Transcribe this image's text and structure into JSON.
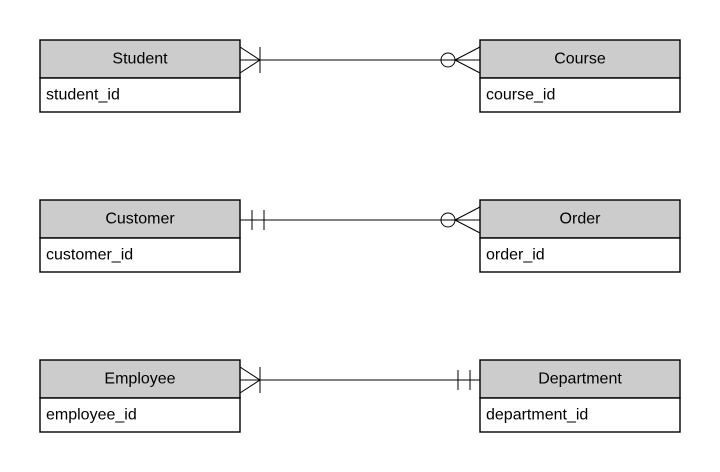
{
  "diagram": {
    "type": "entity-relationship",
    "background_color": "#ffffff",
    "entity_style": {
      "header_fill": "#cccccc",
      "body_fill": "#ffffff",
      "border_color": "#000000",
      "text_color": "#000000"
    },
    "relationships": [
      {
        "left": {
          "title": "Student",
          "attribute": "student_id"
        },
        "right": {
          "title": "Course",
          "attribute": "course_id"
        },
        "left_cardinality": "one-or-many",
        "right_cardinality": "zero-or-many"
      },
      {
        "left": {
          "title": "Customer",
          "attribute": "customer_id"
        },
        "right": {
          "title": "Order",
          "attribute": "order_id"
        },
        "left_cardinality": "exactly-one",
        "right_cardinality": "zero-or-many"
      },
      {
        "left": {
          "title": "Employee",
          "attribute": "employee_id"
        },
        "right": {
          "title": "Department",
          "attribute": "department_id"
        },
        "left_cardinality": "one-or-many",
        "right_cardinality": "exactly-one"
      }
    ]
  }
}
